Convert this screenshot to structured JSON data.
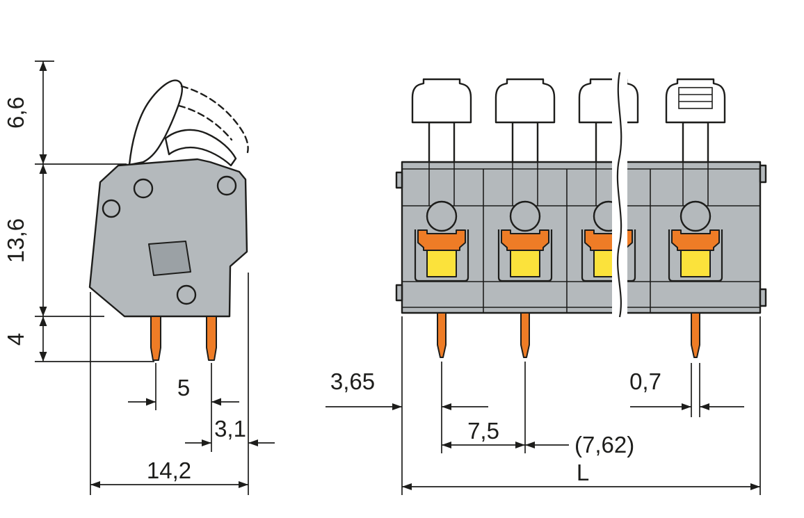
{
  "colors": {
    "body_gray": "#b4b9bc",
    "recess_gray": "#9ba1a5",
    "clamp_orange": "#ee7c26",
    "pusher_yellow": "#fbe23b",
    "line_black": "#1d1d1b",
    "white": "#ffffff"
  },
  "side_view": {
    "dim_lever_height": "6,6",
    "dim_body_height": "13,6",
    "dim_pin_length": "4",
    "dim_pin_spacing": "5",
    "dim_pin_to_edge": "3,1",
    "dim_overall_depth": "14,2"
  },
  "front_view": {
    "dim_edge_to_pin": "3,65",
    "dim_pitch": "7,5",
    "dim_pitch_alt": "(7,62)",
    "dim_pin_width": "0,7",
    "dim_overall_length": "L"
  }
}
